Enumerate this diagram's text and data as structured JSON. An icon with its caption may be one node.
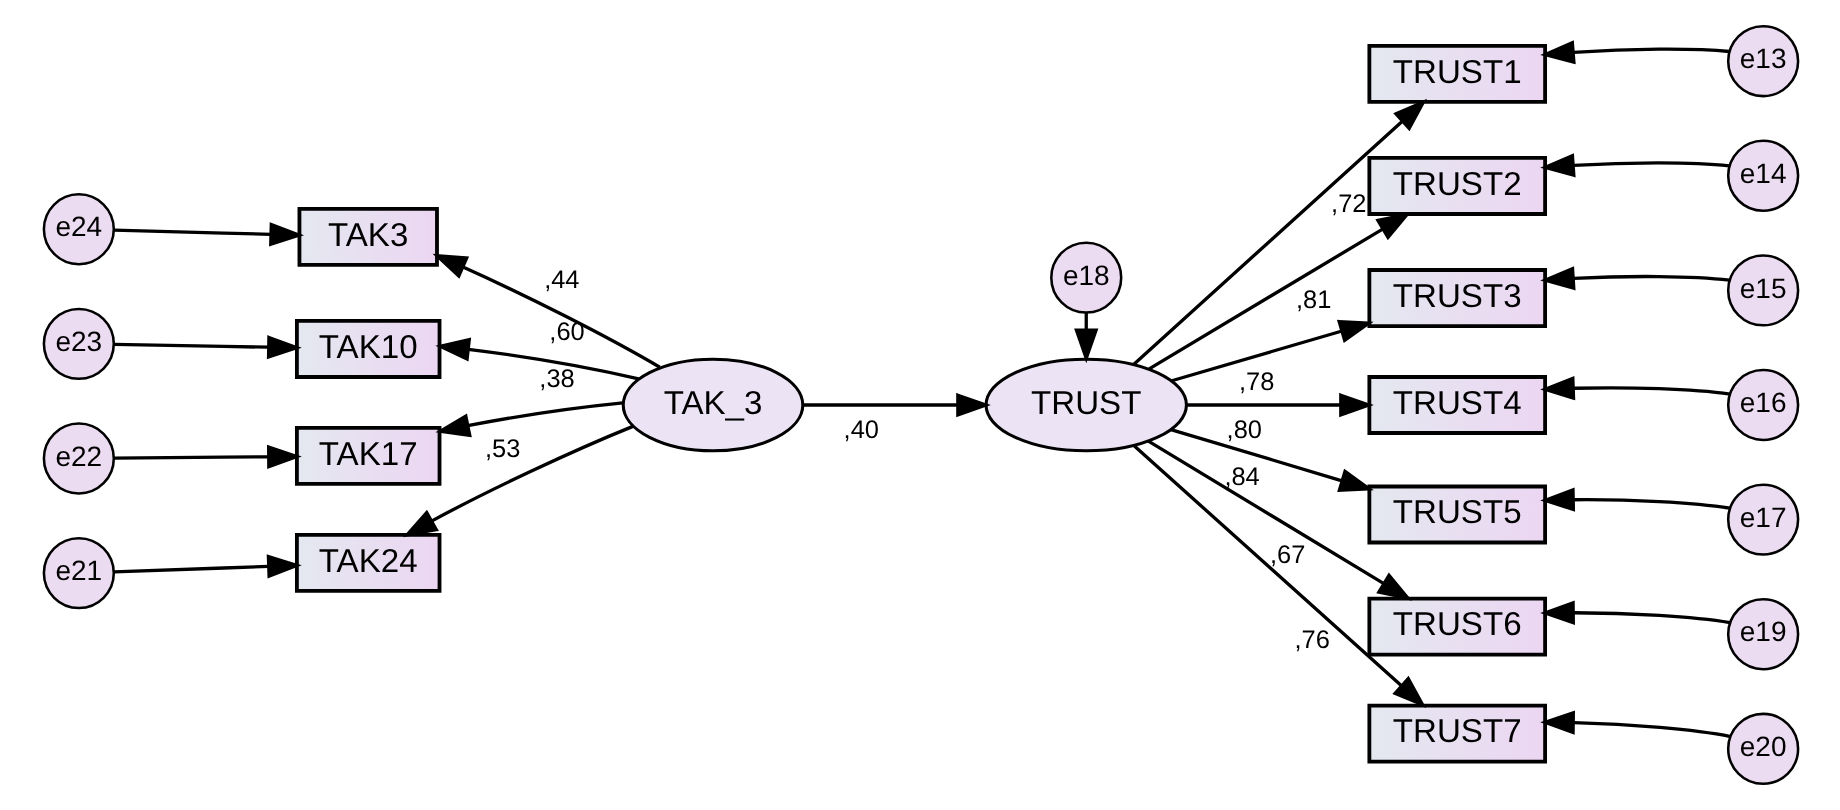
{
  "diagram": {
    "nodes": [
      {
        "text": [
          "e24"
        ]
      },
      {
        "text": [
          "TAK3"
        ]
      },
      {
        "text": [
          "e23"
        ]
      },
      {
        "text": [
          "TAK10"
        ]
      },
      {
        "text": [
          "e22"
        ]
      },
      {
        "text": [
          "TAK17"
        ]
      },
      {
        "text": [
          "e21"
        ]
      },
      {
        "text": [
          "TAK24"
        ]
      },
      {
        "text": [
          "TAK_3"
        ]
      },
      {
        "text": [
          "e18"
        ]
      },
      {
        "text": [
          "TRUST"
        ]
      },
      {
        "text": [
          "TRUST1"
        ]
      },
      {
        "text": [
          "e13"
        ]
      },
      {
        "text": [
          "TRUST2"
        ]
      },
      {
        "text": [
          "e14"
        ]
      },
      {
        "text": [
          "TRUST3"
        ]
      },
      {
        "text": [
          "e15"
        ]
      },
      {
        "text": [
          "TRUST4"
        ]
      },
      {
        "text": [
          "e16"
        ]
      },
      {
        "text": [
          "TRUST5"
        ]
      },
      {
        "text": [
          "e17"
        ]
      },
      {
        "text": [
          "TRUST6"
        ]
      },
      {
        "text": [
          "e19"
        ]
      },
      {
        "text": [
          "TRUST7"
        ]
      },
      {
        "text": [
          "e20"
        ]
      }
    ],
    "edges": [
      {
        "from": 0,
        "to": 1,
        "arrow": "to"
      },
      {
        "from": 2,
        "to": 3,
        "arrow": "to"
      },
      {
        "from": 4,
        "to": 5,
        "arrow": "to"
      },
      {
        "from": 6,
        "to": 7,
        "arrow": "to"
      },
      {
        "from": 8,
        "to": 1,
        "arrow": "to",
        "label": ",44"
      },
      {
        "from": 8,
        "to": 3,
        "arrow": "to",
        "label": ",60"
      },
      {
        "from": 8,
        "to": 5,
        "arrow": "to",
        "label": ",38"
      },
      {
        "from": 8,
        "to": 7,
        "arrow": "to",
        "label": ",53"
      },
      {
        "from": 8,
        "to": 10,
        "arrow": "to",
        "label": ",40"
      },
      {
        "from": 9,
        "to": 10,
        "arrow": "to"
      },
      {
        "from": 10,
        "to": 11,
        "arrow": "to",
        "label": ",72"
      },
      {
        "from": 10,
        "to": 13,
        "arrow": "to",
        "label": ",81"
      },
      {
        "from": 10,
        "to": 15,
        "arrow": "to",
        "label": ",78"
      },
      {
        "from": 10,
        "to": 17,
        "arrow": "to",
        "label": ",80"
      },
      {
        "from": 10,
        "to": 19,
        "arrow": "to",
        "label": ",84"
      },
      {
        "from": 10,
        "to": 21,
        "arrow": "to",
        "label": ",67"
      },
      {
        "from": 10,
        "to": 23,
        "arrow": "to",
        "label": ",76"
      },
      {
        "from": 12,
        "to": 11,
        "arrow": "to"
      },
      {
        "from": 14,
        "to": 13,
        "arrow": "to"
      },
      {
        "from": 16,
        "to": 15,
        "arrow": "to"
      },
      {
        "from": 18,
        "to": 17,
        "arrow": "to"
      },
      {
        "from": 20,
        "to": 19,
        "arrow": "to"
      },
      {
        "from": 22,
        "to": 21,
        "arrow": "to"
      },
      {
        "from": 24,
        "to": 23,
        "arrow": "to"
      }
    ]
  }
}
